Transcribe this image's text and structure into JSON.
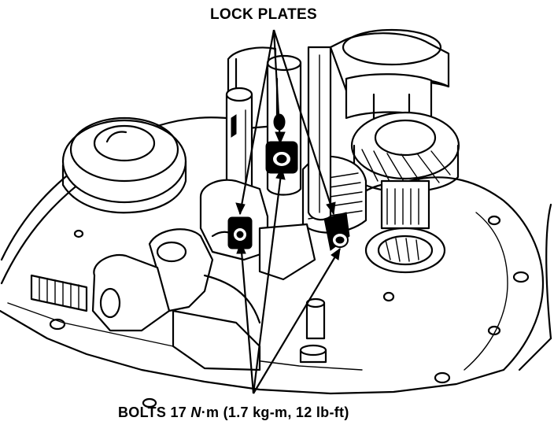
{
  "labels": {
    "lock_plates": "LOCK PLATES",
    "bolts_prefix": "BOLTS 17 ",
    "bolts_unit_n": "N",
    "bolts_suffix": "·m (1.7 kg-m, 12 lb-ft)"
  },
  "colors": {
    "ink": "#000000",
    "paper": "#ffffff"
  }
}
